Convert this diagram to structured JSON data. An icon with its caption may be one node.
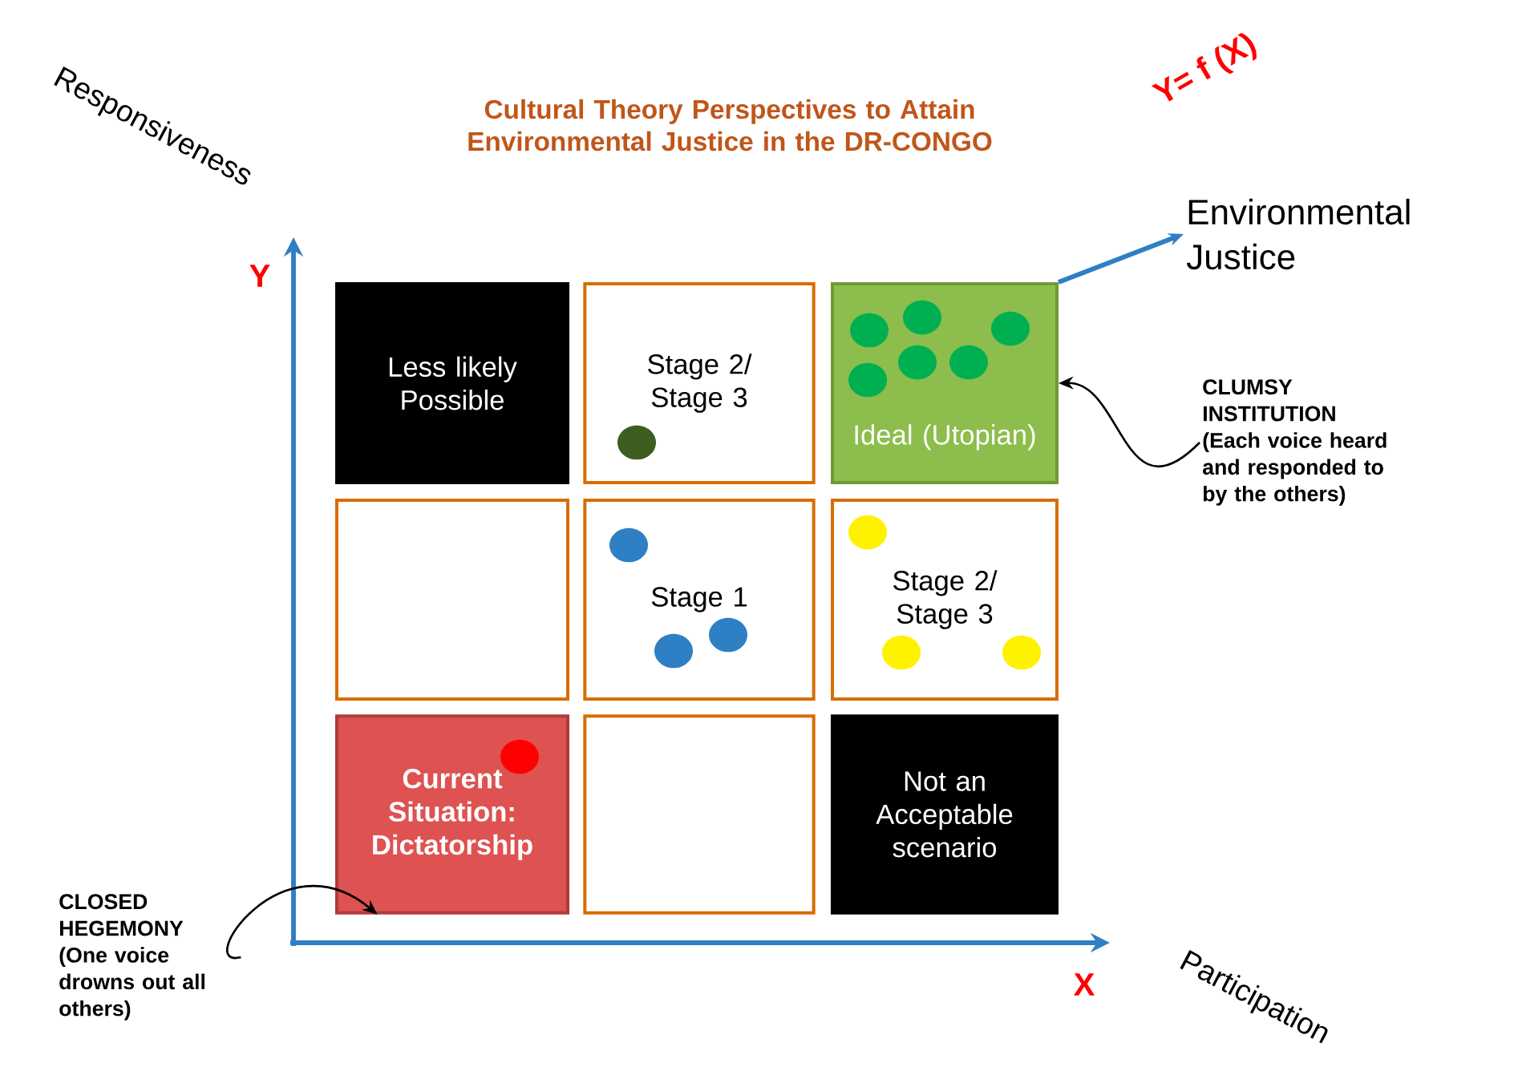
{
  "diagram": {
    "title": "Cultural Theory Perspectives to Attain Environmental Justice in the DR-CONGO",
    "nodes": [
      {
        "text": [
          "Less likely Possible"
        ]
      },
      {
        "text": [
          "Stage 2/ Stage 3"
        ]
      },
      {
        "text": [
          "Ideal (Utopian)"
        ]
      },
      {
        "text": [],
        "shape": "box"
      },
      {
        "text": [
          "Stage 1"
        ]
      },
      {
        "text": [
          "Stage 2/ Stage 3"
        ]
      },
      {
        "text": [
          "Current Situation: Dictatorship"
        ]
      },
      {
        "text": [],
        "shape": "box"
      },
      {
        "text": [
          "Not an Acceptable scenario"
        ]
      },
      {
        "text": [
          "CLUMSY INSTITUTION (Each voice heard and responded to by the others)"
        ]
      },
      {
        "text": [
          "CLOSED HEGEMONY (One voice drowns out all others)"
        ]
      },
      {
        "text": [
          "Environmental Justice"
        ]
      }
    ],
    "edges": [
      {
        "from": 9,
        "to": 2,
        "arrow": "to"
      },
      {
        "from": 10,
        "to": 6,
        "arrow": "to"
      },
      {
        "from": 2,
        "to": 11,
        "arrow": "to",
        "style": "thick",
        "color": "#2e7fc4"
      }
    ],
    "labels": [
      "Responsiveness",
      "Y= f (X)",
      "Y",
      "X",
      "Participation"
    ]
  }
}
